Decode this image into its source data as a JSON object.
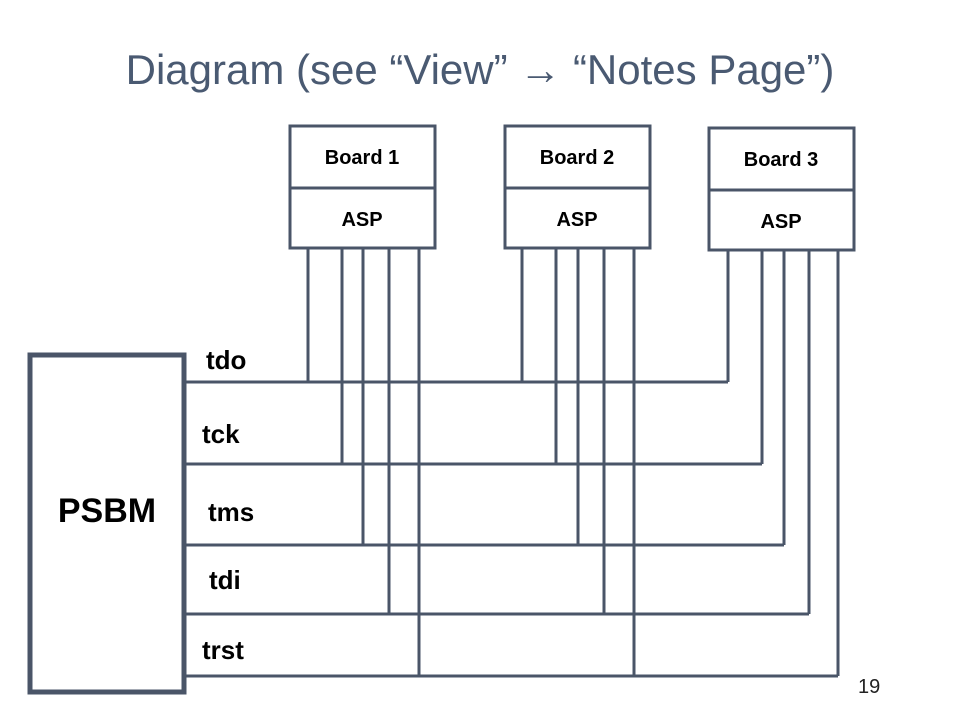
{
  "slide": {
    "title_prefix": "Diagram (see “View” ",
    "title_arrow": "→",
    "title_suffix": " “Notes Page”)",
    "page_number": "19"
  },
  "diagram": {
    "controller": "PSBM",
    "boards": [
      {
        "name": "Board 1",
        "part": "ASP"
      },
      {
        "name": "Board 2",
        "part": "ASP"
      },
      {
        "name": "Board 3",
        "part": "ASP"
      }
    ],
    "signals": [
      "tdo",
      "tck",
      "tms",
      "tdi",
      "trst"
    ],
    "colors": {
      "line": "#4a5568",
      "title": "#4a5a72"
    }
  }
}
